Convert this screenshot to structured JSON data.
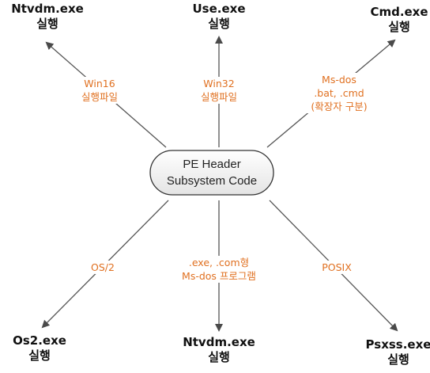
{
  "center": {
    "line1": "PE Header",
    "line2": "Subsystem Code"
  },
  "nodes": {
    "top_left": {
      "name": "Ntvdm.exe",
      "action": "실행"
    },
    "top_center": {
      "name": "Use.exe",
      "action": "실행"
    },
    "top_right": {
      "name": "Cmd.exe",
      "action": "실행"
    },
    "bottom_left": {
      "name": "Os2.exe",
      "action": "실행"
    },
    "bottom_center": {
      "name": "Ntvdm.exe",
      "action": "실행"
    },
    "bottom_right": {
      "name": "Psxss.exe",
      "action": "실행"
    }
  },
  "edges": {
    "top_left": {
      "line1": "Win16",
      "line2": "실행파일"
    },
    "top_center": {
      "line1": "Win32",
      "line2": "실행파일"
    },
    "top_right": {
      "line1": "Ms-dos",
      "line2": ".bat, .cmd",
      "line3": "(확장자 구분)"
    },
    "bottom_left": {
      "line1": "OS/2"
    },
    "bottom_center": {
      "line1": ".exe, .com형",
      "line2": "Ms-dos 프로그램"
    },
    "bottom_right": {
      "line1": "POSIX"
    }
  },
  "colors": {
    "edge_label": "#e07020",
    "arrow": "#555555",
    "center_fill_top": "#ffffff",
    "center_fill_bottom": "#e6e6e6",
    "center_stroke": "#333333"
  }
}
